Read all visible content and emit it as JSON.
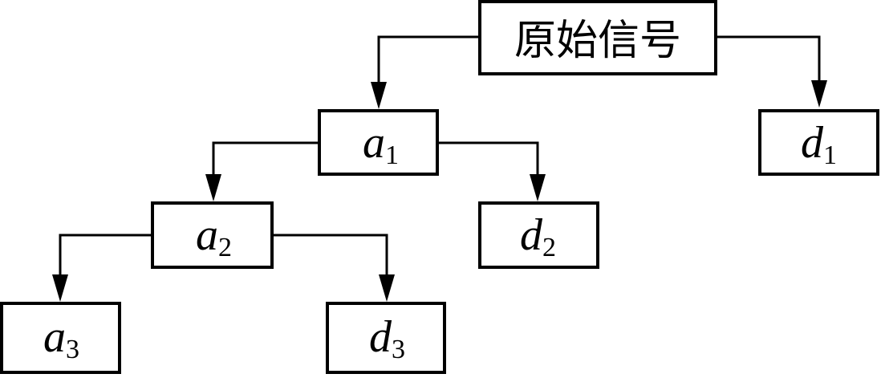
{
  "diagram": {
    "type": "wavelet-decomposition-tree",
    "nodes": [
      {
        "id": "root",
        "label": "原始信号"
      },
      {
        "id": "a1",
        "var": "a",
        "sub": "1"
      },
      {
        "id": "d1",
        "var": "d",
        "sub": "1"
      },
      {
        "id": "a2",
        "var": "a",
        "sub": "2"
      },
      {
        "id": "d2",
        "var": "d",
        "sub": "2"
      },
      {
        "id": "a3",
        "var": "a",
        "sub": "3"
      },
      {
        "id": "d3",
        "var": "d",
        "sub": "3"
      }
    ],
    "edges": [
      {
        "from": "root",
        "to": "a1"
      },
      {
        "from": "root",
        "to": "d1"
      },
      {
        "from": "a1",
        "to": "a2"
      },
      {
        "from": "a1",
        "to": "d2"
      },
      {
        "from": "a2",
        "to": "a3"
      },
      {
        "from": "a2",
        "to": "d3"
      }
    ]
  }
}
